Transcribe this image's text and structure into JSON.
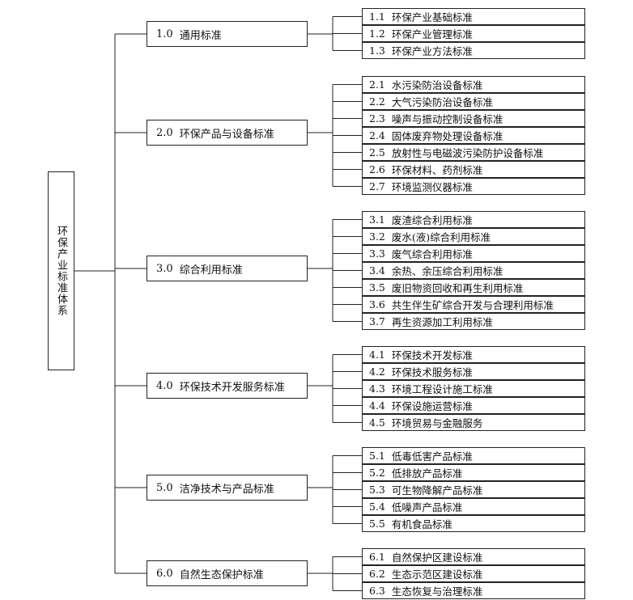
{
  "root": {
    "label": "环保产业标准体系"
  },
  "groups": [
    {
      "code": "1.0",
      "label": "通用标准",
      "children": [
        {
          "code": "1.1",
          "label": "环保产业基础标准"
        },
        {
          "code": "1.2",
          "label": "环保产业管理标准"
        },
        {
          "code": "1.3",
          "label": "环保产业方法标准"
        }
      ]
    },
    {
      "code": "2.0",
      "label": "环保产品与设备标准",
      "children": [
        {
          "code": "2.1",
          "label": "水污染防治设备标准"
        },
        {
          "code": "2.2",
          "label": "大气污染防治设备标准"
        },
        {
          "code": "2.3",
          "label": "噪声与振动控制设备标准"
        },
        {
          "code": "2.4",
          "label": "固体废弃物处理设备标准"
        },
        {
          "code": "2.5",
          "label": "放射性与电磁波污染防护设备标准"
        },
        {
          "code": "2.6",
          "label": "环保材料、药剂标准"
        },
        {
          "code": "2.7",
          "label": "环境监测仪器标准"
        }
      ]
    },
    {
      "code": "3.0",
      "label": "综合利用标准",
      "children": [
        {
          "code": "3.1",
          "label": "废渣综合利用标准"
        },
        {
          "code": "3.2",
          "label": "废水(液)综合利用标准"
        },
        {
          "code": "3.3",
          "label": "废气综合利用标准"
        },
        {
          "code": "3.4",
          "label": "余热、余压综合利用标准"
        },
        {
          "code": "3.5",
          "label": "废旧物资回收和再生利用标准"
        },
        {
          "code": "3.6",
          "label": "共生伴生矿综合开发与合理利用标准"
        },
        {
          "code": "3.7",
          "label": "再生资源加工利用标准"
        }
      ]
    },
    {
      "code": "4.0",
      "label": "环保技术开发服务标准",
      "children": [
        {
          "code": "4.1",
          "label": "环保技术开发标准"
        },
        {
          "code": "4.2",
          "label": "环保技术服务标准"
        },
        {
          "code": "4.3",
          "label": "环境工程设计施工标准"
        },
        {
          "code": "4.4",
          "label": "环保设施运营标准"
        },
        {
          "code": "4.5",
          "label": "环境贸易与金融服务"
        }
      ]
    },
    {
      "code": "5.0",
      "label": "洁净技术与产品标准",
      "children": [
        {
          "code": "5.1",
          "label": "低毒低害产品标准"
        },
        {
          "code": "5.2",
          "label": "低排放产品标准"
        },
        {
          "code": "5.3",
          "label": "可生物降解产品标准"
        },
        {
          "code": "5.4",
          "label": "低噪声产品标准"
        },
        {
          "code": "5.5",
          "label": "有机食品标准"
        }
      ]
    },
    {
      "code": "6.0",
      "label": "自然生态保护标准",
      "children": [
        {
          "code": "6.1",
          "label": "自然保护区建设标准"
        },
        {
          "code": "6.2",
          "label": "生态示范区建设标准"
        },
        {
          "code": "6.3",
          "label": "生态恢复与治理标准"
        }
      ]
    }
  ]
}
